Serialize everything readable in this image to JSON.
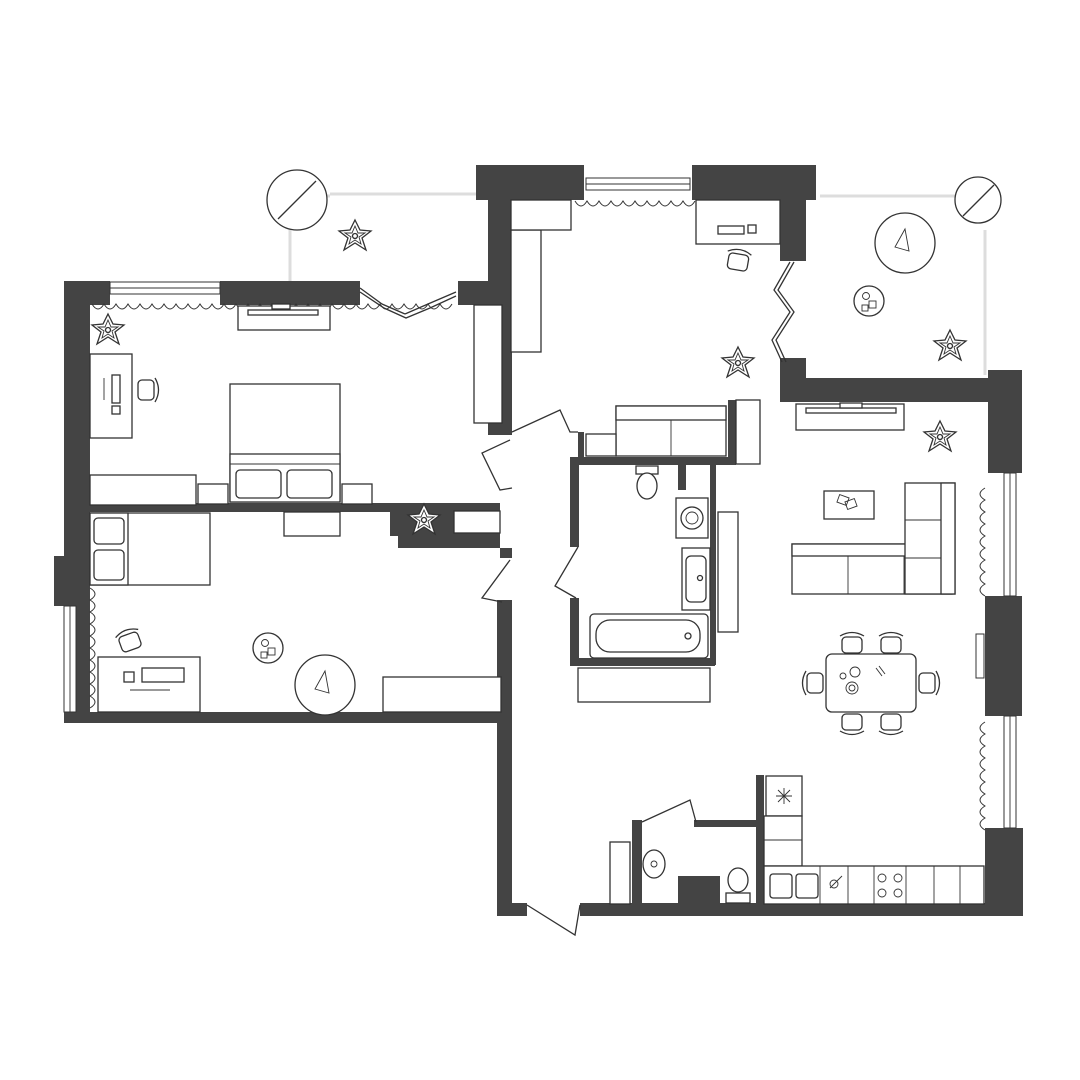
{
  "colors": {
    "wall": "#444444",
    "line": "#333333",
    "rail": "#dddddd",
    "background": "#ffffff"
  },
  "plan": {
    "rooms": [
      {
        "id": "bedroom-1",
        "contents": [
          "double-bed",
          "desk",
          "desk-chair",
          "wardrobe",
          "plant"
        ]
      },
      {
        "id": "bedroom-2",
        "contents": [
          "single-bed",
          "desk",
          "desk-chair",
          "round-pouf",
          "side-table",
          "low-cabinet"
        ]
      },
      {
        "id": "hallway",
        "contents": [
          "entry-door",
          "wardrobe"
        ]
      },
      {
        "id": "bathroom",
        "contents": [
          "bathtub",
          "toilet",
          "sink",
          "washing-machine"
        ]
      },
      {
        "id": "wc",
        "contents": [
          "toilet",
          "sink",
          "cabinet"
        ]
      },
      {
        "id": "living-kitchen",
        "contents": [
          "l-sofa",
          "coffee-table",
          "tv-unit",
          "dining-table",
          "dining-chairs",
          "kitchen-counter",
          "fridge",
          "stove",
          "sink",
          "plant"
        ]
      },
      {
        "id": "study-balcony",
        "contents": [
          "desk",
          "desk-chair",
          "plant",
          "cabinet"
        ]
      },
      {
        "id": "balcony-left",
        "contents": [
          "plant",
          "round-table"
        ]
      },
      {
        "id": "balcony-right",
        "contents": [
          "round-pouf",
          "side-table",
          "plant"
        ]
      }
    ]
  }
}
